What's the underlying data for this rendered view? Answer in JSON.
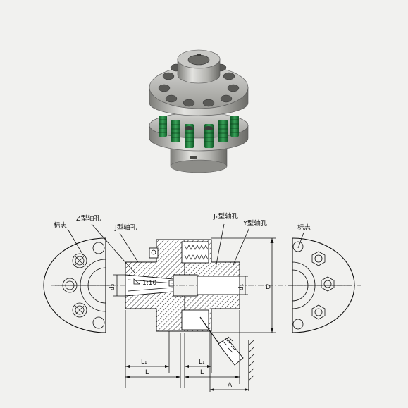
{
  "labels": {
    "mark_left": "标志",
    "z_bore": "Z型轴孔",
    "j_bore": "J型轴孔",
    "j1_bore": "J₁型轴孔",
    "y_bore": "Y型轴孔",
    "mark_right": "标志"
  },
  "dimensions": {
    "taper": "1:10",
    "d2": "d₂",
    "d1": "d₁",
    "D": "D",
    "L1_left": "L₁",
    "L_left": "L",
    "L1_right": "L₁",
    "L_right": "L",
    "A": "A"
  },
  "colors": {
    "metal_light": "#d9d9d6",
    "metal_mid": "#a8a8a4",
    "metal_dark": "#6e6e6a",
    "spring_green": "#1f7a3c",
    "background": "#f1f1ef"
  }
}
